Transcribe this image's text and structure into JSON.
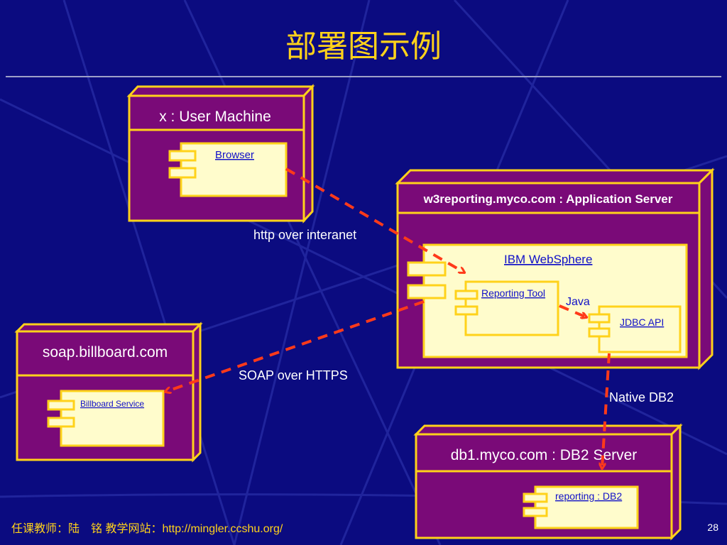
{
  "slide": {
    "title": "部署图示例",
    "footer": "任课教师：陆　铭  教学网站：http://mingler.ccshu.org/",
    "page_number": "28"
  },
  "nodes": {
    "user_machine": {
      "title": "x : User Machine",
      "component": "Browser "
    },
    "app_server": {
      "title": "w3reporting.myco.com : Application Server",
      "websphere": "IBM  WebSphere ",
      "reporting_tool": "Reporting Tool",
      "jdbc": "JDBC API"
    },
    "soap": {
      "title": "soap.billboard.com",
      "component": "Billboard Service"
    },
    "db_server": {
      "title": "db1.myco.com : DB2 Server",
      "component": "reporting : DB2"
    }
  },
  "connections": {
    "http": "http over interanet",
    "java": "Java",
    "soap": "SOAP over HTTPS",
    "db2": "Native DB2"
  },
  "colors": {
    "background": "#0b0b80",
    "node_fill": "#7a0a78",
    "node_border": "#ffd21a",
    "component_fill": "#fffccc",
    "link": "#1010c8",
    "arrow": "#ff3a1a",
    "title": "#ffd21a"
  }
}
